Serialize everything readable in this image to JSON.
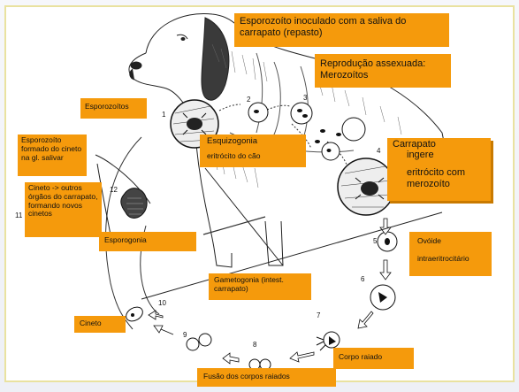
{
  "labels": {
    "esporozoito_inoculado": "Esporozoíto inoculado com a saliva do carrapato (repasto)",
    "reproducao_assexuada": "Reprodução assexuada: Merozoítos",
    "esporozoitos": "Esporozoítos",
    "esporozoito_formado": "Esporozoíto formado do cineto na gl. salivar",
    "cineto_outros": "Cineto -> outros órgãos do carrapato, formando novos cinetos",
    "esquizogonia": "Esquizogonia",
    "eritrocito_cao": "eritrócito do cão",
    "carrapato": "Carrapato",
    "ingere": "ingere",
    "eritrocito_merozoito": "eritrócito com merozoíto",
    "esporogonia": "Esporogonia",
    "ovoide": "Ovóide",
    "intraeritrocitario": "intraeritrocitário",
    "gametogonia": "Gametogonia (intest. carrapato)",
    "cineto": "Cineto",
    "corpo_raiado": "Corpo raiado",
    "fusao": "Fusão dos corpos raiados"
  },
  "steps": [
    "1",
    "2",
    "3",
    "4",
    "5",
    "6",
    "7",
    "8",
    "9",
    "10",
    "11",
    "12"
  ],
  "colors": {
    "label_box": "#f59a0c",
    "box_shadow": "#c97a00",
    "frame": "#e9e2a0",
    "ink": "#111111"
  }
}
